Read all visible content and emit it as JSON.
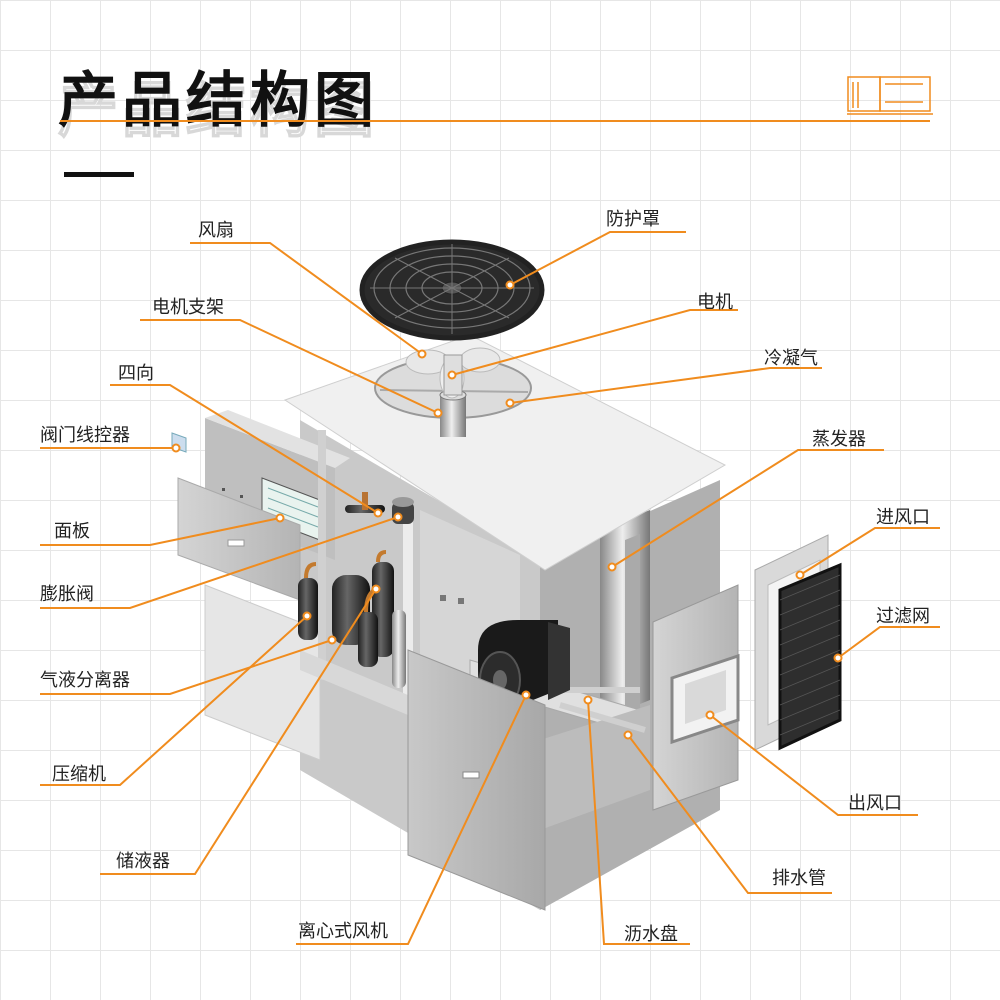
{
  "title": "产品结构图",
  "colors": {
    "accent": "#f08c1e",
    "line": "#f08c1e",
    "panel": "#bdbdbd",
    "text": "#222222"
  },
  "labels": {
    "fan": "风扇",
    "guard": "防护罩",
    "motor_bracket": "电机支架",
    "motor": "电机",
    "four_way": "四向",
    "condenser": "冷凝气",
    "valve_controller": "阀门线控器",
    "evaporator": "蒸发器",
    "panel": "面板",
    "air_inlet": "进风口",
    "expansion_valve": "膨胀阀",
    "filter": "过滤网",
    "separator": "气液分离器",
    "compressor": "压缩机",
    "air_outlet": "出风口",
    "receiver": "储液器",
    "drain_pipe": "排水管",
    "centrifugal_fan": "离心式风机",
    "drip_tray": "沥水盘"
  }
}
